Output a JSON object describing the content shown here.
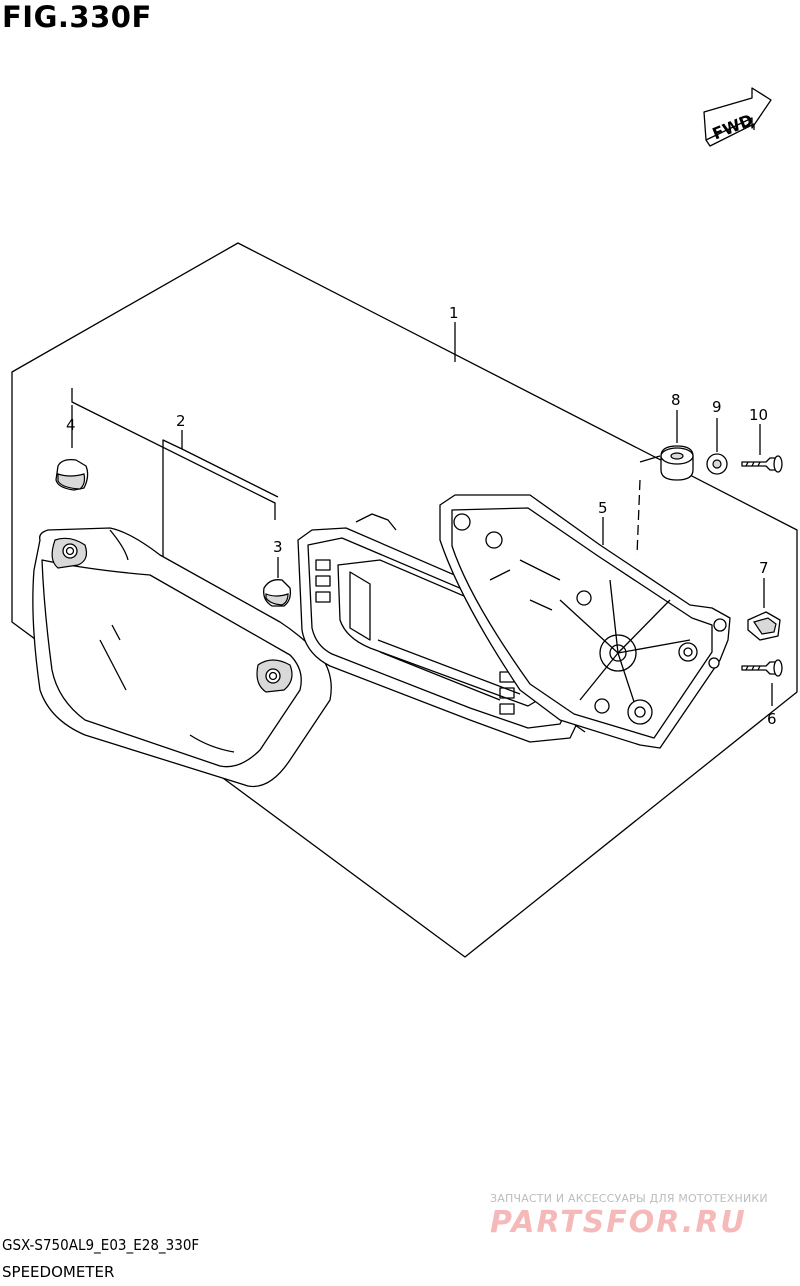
{
  "figure": {
    "title": "FIG.330F"
  },
  "direction_badge": {
    "label": "FWD"
  },
  "callouts": [
    {
      "id": "1",
      "label": "1"
    },
    {
      "id": "2",
      "label": "2"
    },
    {
      "id": "3",
      "label": "3"
    },
    {
      "id": "4",
      "label": "4"
    },
    {
      "id": "5",
      "label": "5"
    },
    {
      "id": "6",
      "label": "6"
    },
    {
      "id": "7",
      "label": "7"
    },
    {
      "id": "8",
      "label": "8"
    },
    {
      "id": "9",
      "label": "9"
    },
    {
      "id": "10",
      "label": "10"
    }
  ],
  "footer": {
    "model_code": "GSX-S750AL9_E03_E28_330F",
    "section_name": "SPEEDOMETER"
  },
  "watermark": {
    "tagline": "ЗАПЧАСТИ И АКСЕССУАРЫ ДЛЯ МОТОТЕХНИКИ",
    "logo": "PARTSFOR.RU"
  }
}
